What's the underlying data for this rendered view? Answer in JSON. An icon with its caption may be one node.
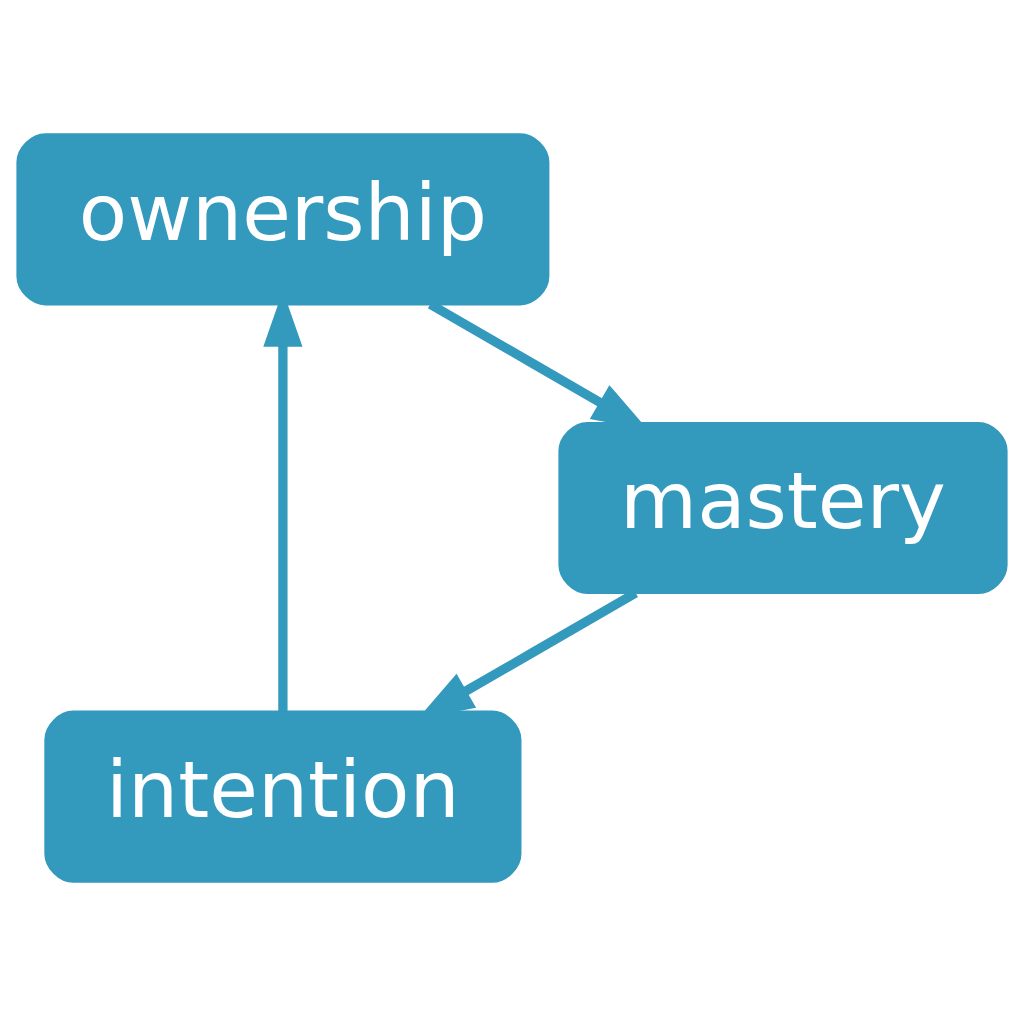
{
  "diagram": {
    "nodes": [
      {
        "text": [
          "intention"
        ]
      },
      {
        "text": [
          "ownership"
        ]
      },
      {
        "text": [
          "mastery"
        ]
      }
    ],
    "edges": [
      {
        "from": 0,
        "to": 1,
        "arrow": "to"
      },
      {
        "from": 1,
        "to": 2,
        "arrow": "to"
      },
      {
        "from": 2,
        "to": 0,
        "arrow": "to"
      }
    ]
  }
}
